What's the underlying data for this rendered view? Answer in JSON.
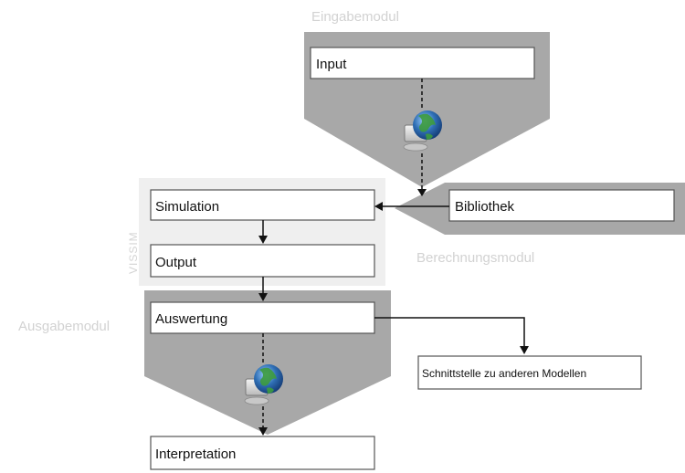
{
  "modules": {
    "input_module": "Eingabemodul",
    "calculation_module": "Berechnungsmodul",
    "output_module": "Ausgabemodul",
    "simulation_tool": "VISSIM"
  },
  "boxes": {
    "input": "Input",
    "library": "Bibliothek",
    "simulation": "Simulation",
    "output": "Output",
    "evaluation": "Auswertung",
    "interface": "Schnittstelle zu anderen Modellen",
    "interpretation": "Interpretation"
  },
  "icons": {
    "input_module_icon": "globe-monitor-icon",
    "output_module_icon": "globe-monitor-icon"
  },
  "colors": {
    "module_shape": "#a8a8a8",
    "vissim_panel": "#efefef",
    "module_label": "#d2d2d2",
    "globe_blue": "#2f6fb5",
    "globe_green": "#3d9b3d"
  }
}
